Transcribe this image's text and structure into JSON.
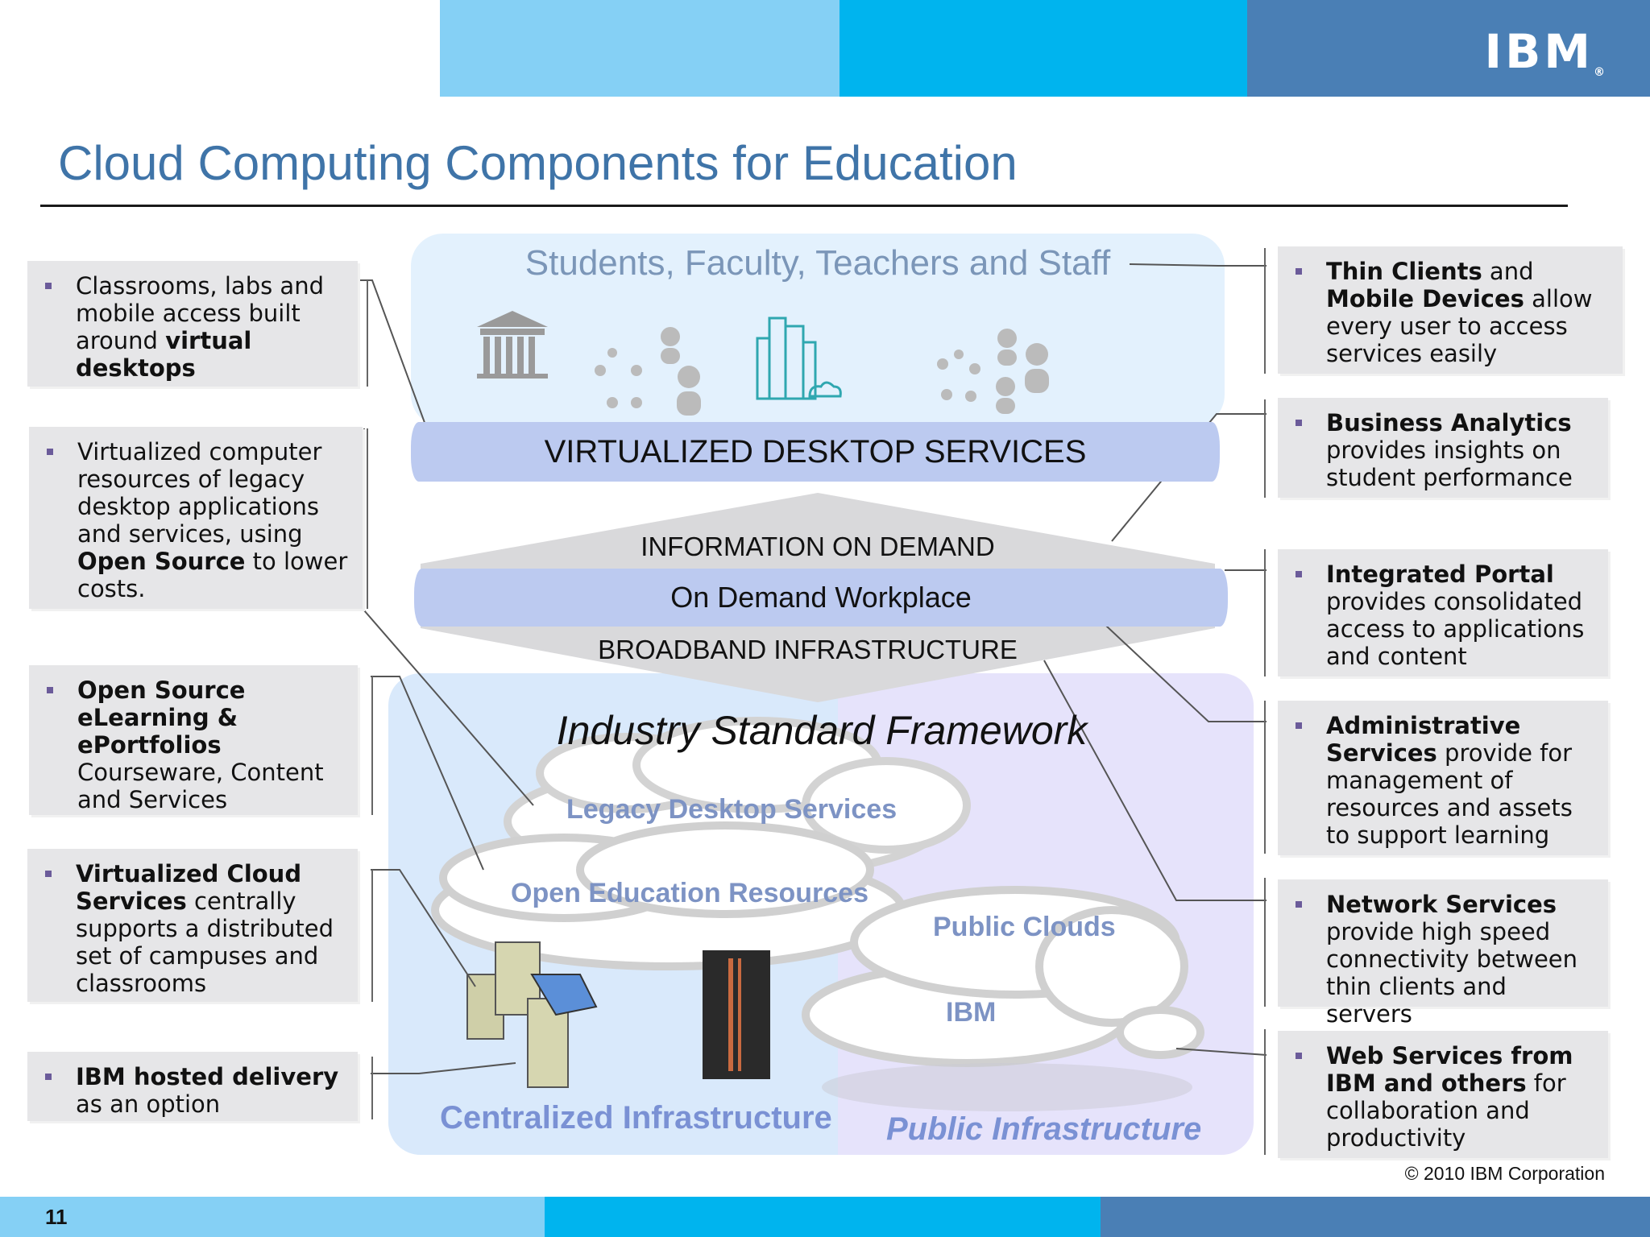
{
  "header": {
    "logo_text": "IBM"
  },
  "title": "Cloud Computing Components for Education",
  "diagram": {
    "students_title": "Students, Faculty, Teachers and Staff",
    "virtualized_desktop": "VIRTUALIZED DESKTOP SERVICES",
    "information_on_demand": "INFORMATION ON DEMAND",
    "on_demand_workplace": "On Demand Workplace",
    "broadband": "BROADBAND INFRASTRUCTURE",
    "framework": "Industry Standard Framework",
    "legacy": "Legacy Desktop Services",
    "open_education": "Open Education Resources",
    "public_clouds": "Public Clouds",
    "ibm": "IBM",
    "centralized": "Centralized Infrastructure",
    "public_infra": "Public  Infrastructure"
  },
  "left_boxes": [
    {
      "pre": "Classrooms, labs and mobile access built around ",
      "bold": "virtual desktops",
      "post": ""
    },
    {
      "pre": "Virtualized computer resources of legacy desktop applications and services, using ",
      "bold": "Open Source",
      "post": " to lower costs."
    },
    {
      "pre": "",
      "bold": "Open Source eLearning & ePortfolios",
      "post": " Courseware, Content and Services"
    },
    {
      "pre": "",
      "bold": "Virtualized Cloud Services",
      "post": " centrally supports a distributed set of campuses and classrooms"
    },
    {
      "pre": "",
      "bold": "IBM hosted delivery",
      "post": " as an option"
    }
  ],
  "right_boxes": [
    {
      "bold": "Thin Clients",
      "mid": " and ",
      "bold2": "Mobile Devices",
      "post": " allow every user to access services easily"
    },
    {
      "bold": "Business Analytics",
      "mid": "",
      "bold2": "",
      "post": " provides  insights on student performance"
    },
    {
      "bold": "Integrated Portal",
      "mid": "",
      "bold2": "",
      "post": " provides consolidated access to applications and content"
    },
    {
      "bold": "Administrative Services",
      "mid": "",
      "bold2": "",
      "post": " provide for management of resources and assets to support learning"
    },
    {
      "bold": "Network Services",
      "mid": "",
      "bold2": "",
      "post": " provide high speed connectivity between thin clients and servers"
    },
    {
      "bold": "Web Services from IBM and others",
      "mid": "",
      "bold2": "",
      "post": " for collaboration and productivity"
    }
  ],
  "footer": {
    "page_number": "11",
    "copyright": "© 2010 IBM Corporation"
  },
  "colors": {
    "bar_light": "#85d0f5",
    "bar_mid": "#00b4ee",
    "bar_dark": "#4a7fb5",
    "title": "#3f74a8"
  }
}
